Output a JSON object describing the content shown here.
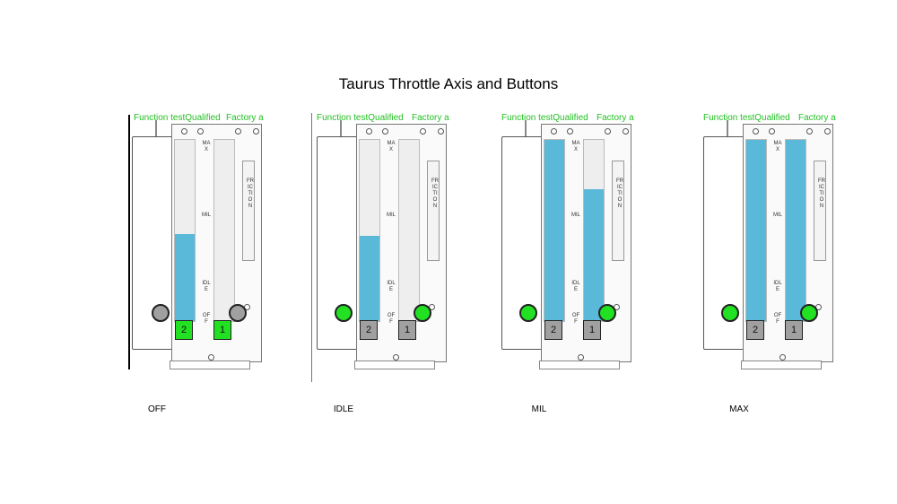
{
  "title": "Taurus Throttle Axis and Buttons",
  "header": {
    "func": "Function testQualified",
    "factory": "Factory a"
  },
  "colors": {
    "fill": "#5ab8d9",
    "green": "#22e022",
    "grey": "#a0a0a0",
    "label": "#22c022"
  },
  "scale": {
    "max": "MAX",
    "mil": "MIL",
    "idle": "IDLE",
    "off": "OFF",
    "friction": "FRICTION"
  },
  "panels": [
    {
      "caption": "OFF",
      "fill_left": 0.48,
      "fill_right": 0.0,
      "buttons_state": "green",
      "dots_state": "grey",
      "btn_left": "2",
      "btn_right": "1"
    },
    {
      "caption": "IDLE",
      "fill_left": 0.47,
      "fill_right": 0.0,
      "buttons_state": "grey",
      "dots_state": "green",
      "btn_left": "2",
      "btn_right": "1"
    },
    {
      "caption": "MIL",
      "fill_left": 1.0,
      "fill_right": 0.73,
      "buttons_state": "grey",
      "dots_state": "green",
      "btn_left": "2",
      "btn_right": "1"
    },
    {
      "caption": "MAX",
      "fill_left": 1.0,
      "fill_right": 1.0,
      "buttons_state": "grey",
      "dots_state": "green",
      "btn_left": "2",
      "btn_right": "1"
    }
  ]
}
